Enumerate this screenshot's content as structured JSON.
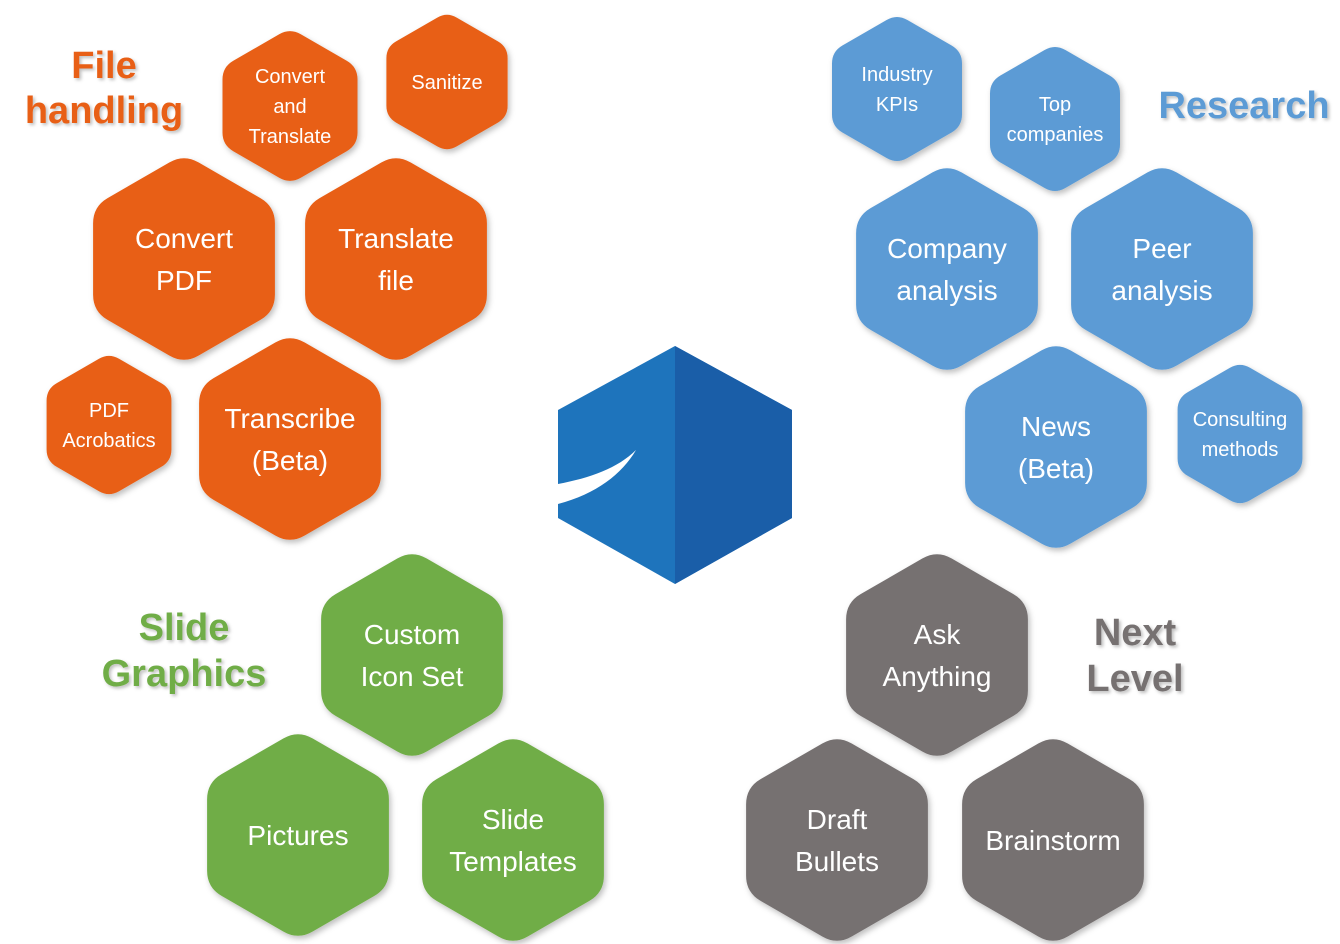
{
  "colors": {
    "file_handling": "#E85E13",
    "research": "#5B9BD5",
    "slide_graphics": "#70AD47",
    "next_level": "#767171",
    "logo_left": "#1E74BC",
    "logo_right": "#1A5EA8"
  },
  "groups": [
    {
      "id": "file-handling",
      "color_key": "file_handling",
      "heading": [
        "File",
        "handling"
      ],
      "items": [
        [
          "Convert",
          "and",
          "Translate"
        ],
        [
          "Sanitize"
        ],
        [
          "Convert",
          "PDF"
        ],
        [
          "Translate",
          "file"
        ],
        [
          "PDF",
          "Acrobatics"
        ],
        [
          "Transcribe",
          "(Beta)"
        ]
      ]
    },
    {
      "id": "research",
      "color_key": "research",
      "heading": [
        "Research"
      ],
      "items": [
        [
          "Industry",
          "KPIs"
        ],
        [
          "Top",
          "companies"
        ],
        [
          "Company",
          "analysis"
        ],
        [
          "Peer",
          "analysis"
        ],
        [
          "News",
          "(Beta)"
        ],
        [
          "Consulting",
          "methods"
        ]
      ]
    },
    {
      "id": "slide-graphics",
      "color_key": "slide_graphics",
      "heading": [
        "Slide",
        "Graphics"
      ],
      "items": [
        [
          "Custom",
          "Icon Set"
        ],
        [
          "Pictures"
        ],
        [
          "Slide",
          "Templates"
        ]
      ]
    },
    {
      "id": "next-level",
      "color_key": "next_level",
      "heading": [
        "Next",
        "Level"
      ],
      "items": [
        [
          "Ask",
          "Anything"
        ],
        [
          "Draft",
          "Bullets"
        ],
        [
          "Brainstorm"
        ]
      ]
    }
  ],
  "center_logo": {
    "icon": "swoosh-logo-icon"
  }
}
